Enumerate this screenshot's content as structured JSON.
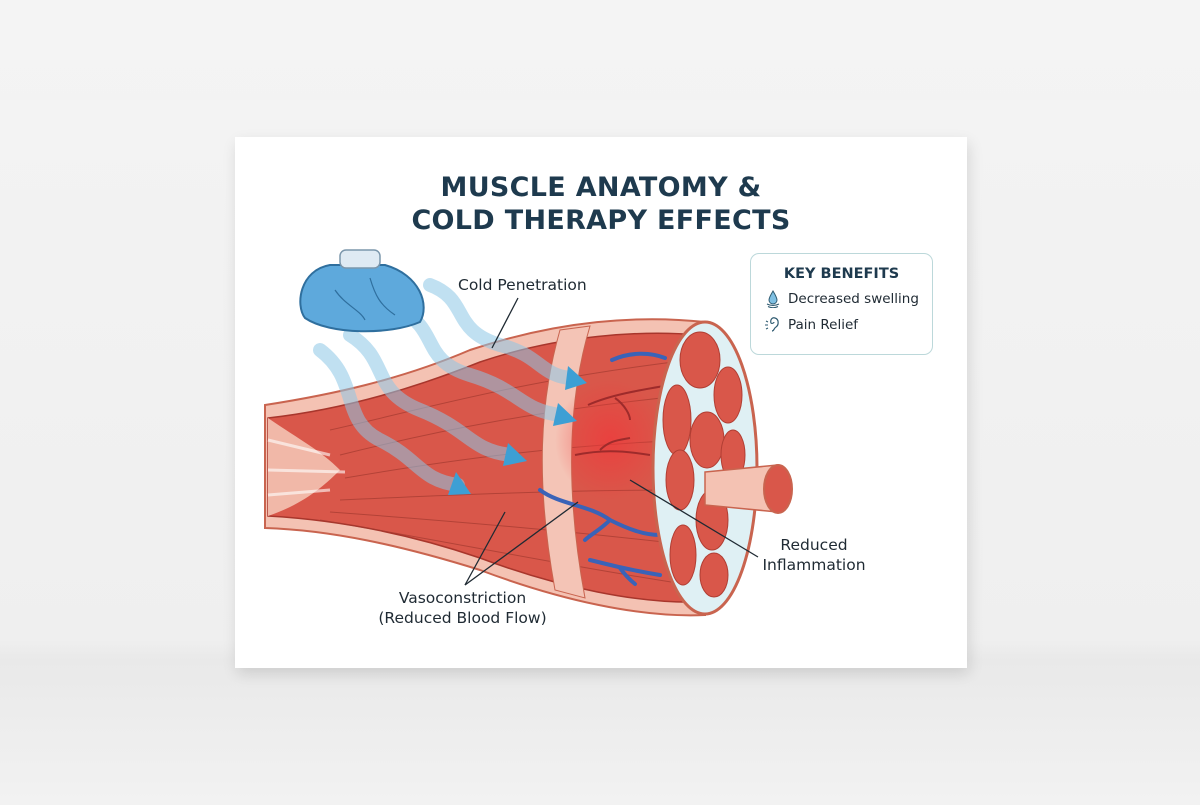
{
  "poster": {
    "title_line1": "MUSCLE ANATOMY &",
    "title_line2": "COLD THERAPY EFFECTS",
    "labels": {
      "cold_penetration": "Cold Penetration",
      "vasoconstriction_line1": "Vasoconstriction",
      "vasoconstriction_line2": "(Reduced Blood Flow)",
      "inflammation_line1": "Reduced",
      "inflammation_line2": "Inflammation"
    },
    "key_benefits": {
      "heading": "KEY BENEFITS",
      "items": [
        {
          "label": "Decreased swelling",
          "icon": "water-drop-icon"
        },
        {
          "label": "Pain Relief",
          "icon": "ear-nerve-icon"
        }
      ]
    }
  },
  "colors": {
    "title": "#1e3a4e",
    "muscle": "#d9574a",
    "sheath": "#f2b3a3",
    "cold": "#4aa6d8",
    "vein": "#3a63b8"
  }
}
